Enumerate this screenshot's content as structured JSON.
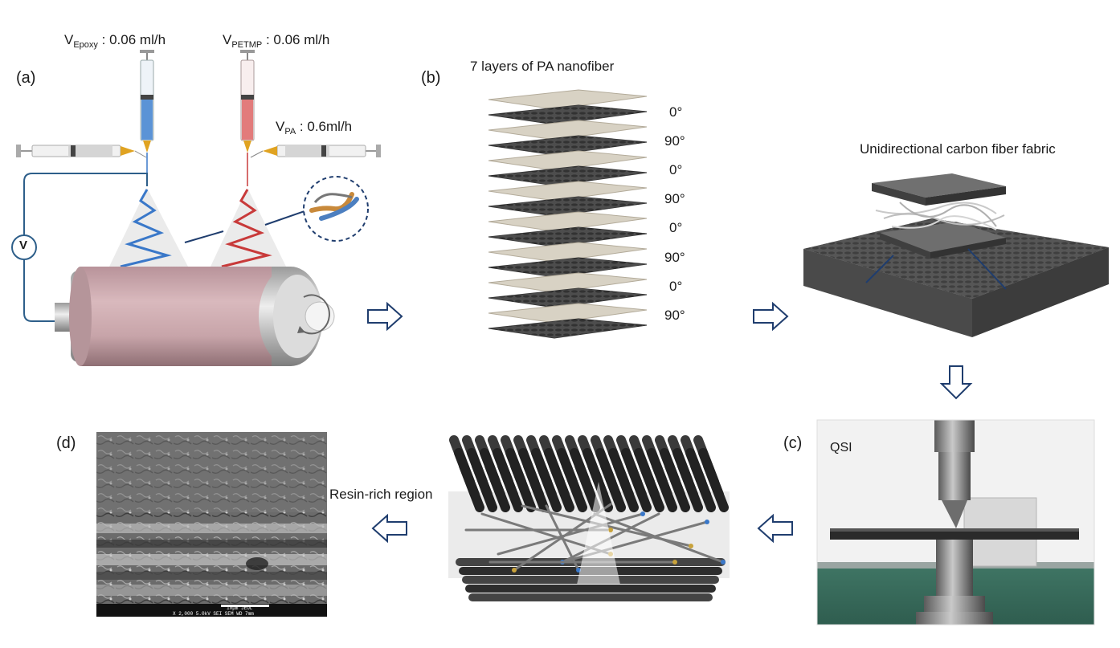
{
  "panels": {
    "a": "(a)",
    "b": "(b)",
    "c": "(c)",
    "d": "(d)"
  },
  "rates": {
    "epoxy": {
      "base": "V",
      "sub": "Epoxy",
      "value": " : 0.06 ml/h"
    },
    "petmp": {
      "base": "V",
      "sub": "PETMP",
      "value": " : 0.06 ml/h"
    },
    "pa": {
      "base": "V",
      "sub": "PA",
      "value": " : 0.6ml/h"
    }
  },
  "voltage_symbol": "V",
  "stack": {
    "title": "7 layers of PA nanofiber",
    "angles": [
      "0°",
      "90°",
      "0°",
      "90°",
      "0°",
      "90°",
      "0°",
      "90°"
    ]
  },
  "carbon_fabric_label": "Unidirectional carbon fiber fabric",
  "qsi_label": "QSI",
  "resin_label": "Resin-rich region",
  "sem": {
    "scale": "10μm  JEOL",
    "info": "X 2,000    5.0kV  SEI      SEM     WD 7mm"
  },
  "colors": {
    "epoxy": "#3a78c9",
    "petmp": "#c83a3a",
    "arrow": "#1f3d6e",
    "fiber": "#2b2b2b"
  }
}
